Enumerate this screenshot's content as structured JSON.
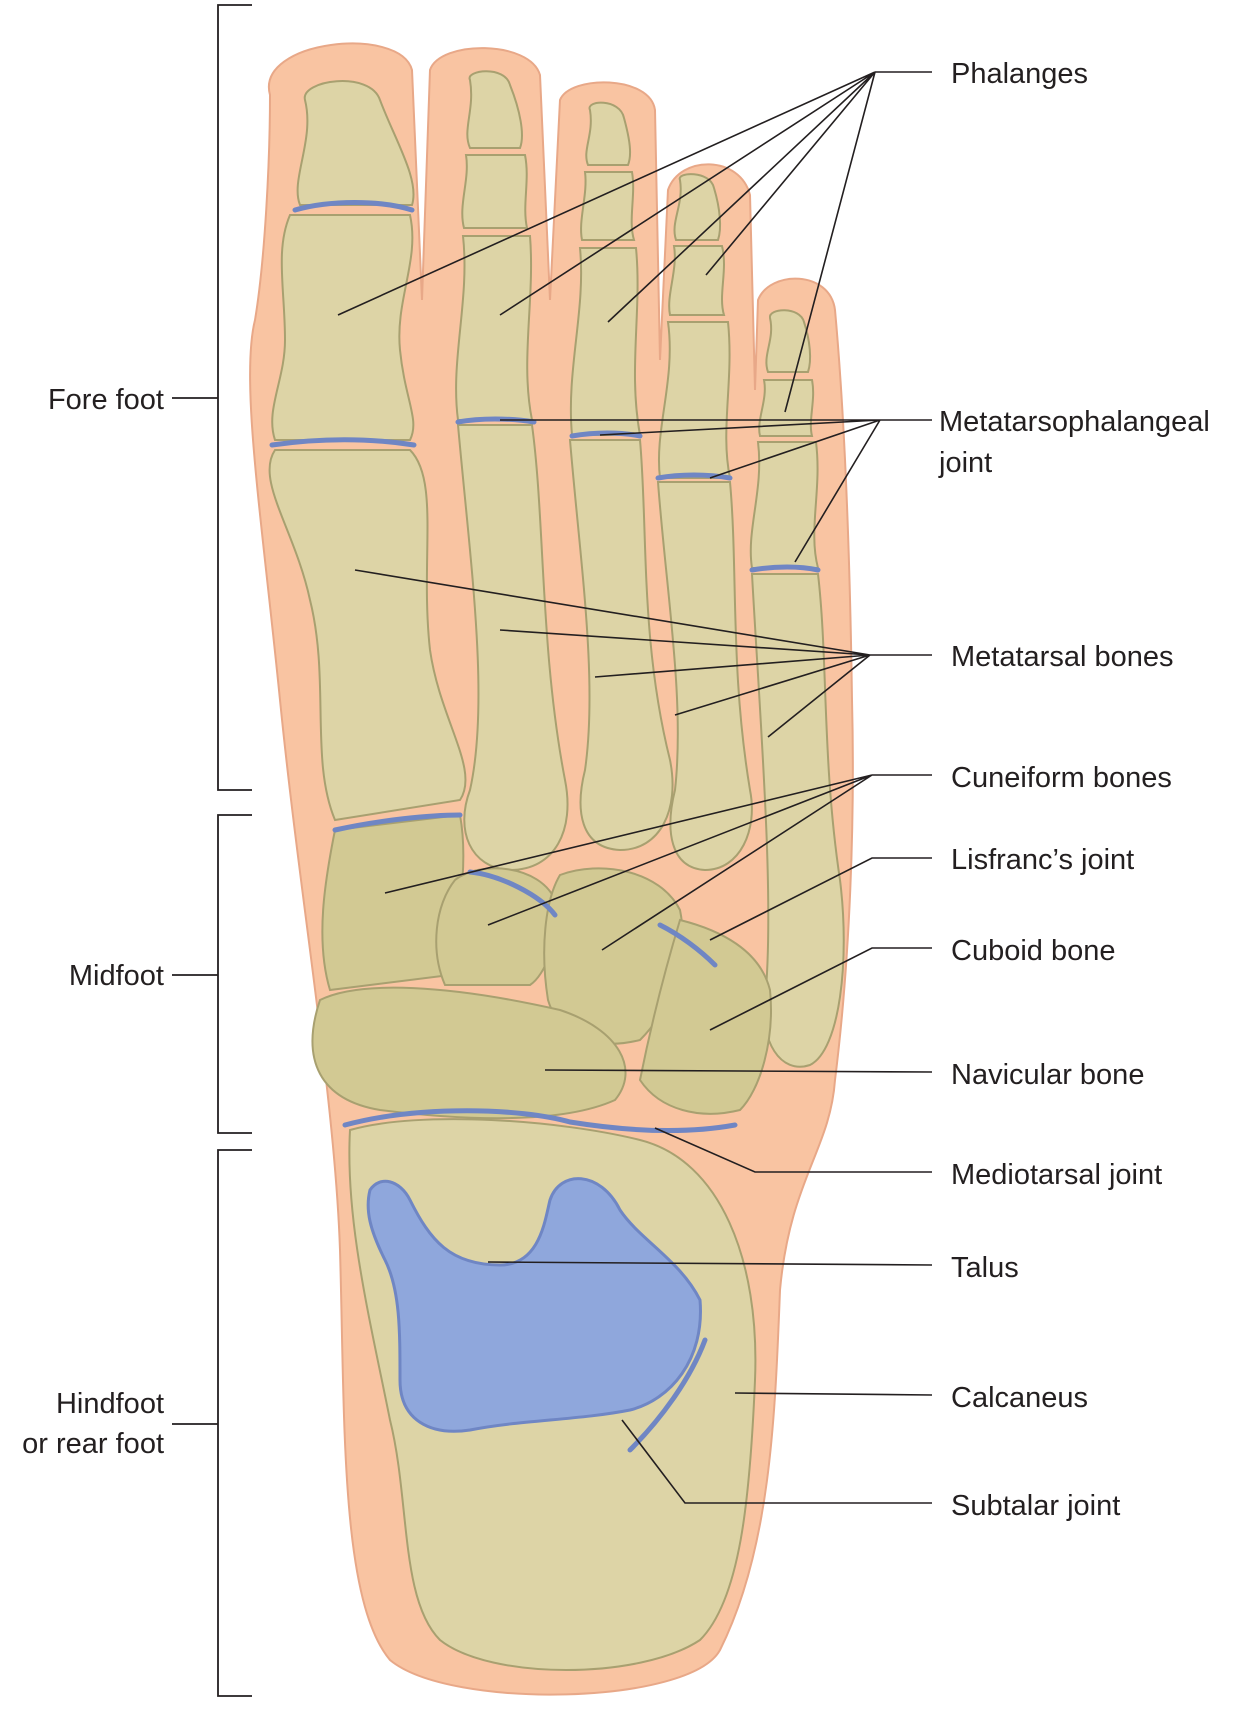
{
  "regions": {
    "fore_foot": "Fore foot",
    "midfoot": "Midfoot",
    "hindfoot_line1": "Hindfoot",
    "hindfoot_line2": "or rear foot"
  },
  "labels": {
    "phalanges": "Phalanges",
    "mtp_line1": "Metatarsophalangeal",
    "mtp_line2": "joint",
    "metatarsal": "Metatarsal bones",
    "cuneiform": "Cuneiform bones",
    "lisfranc": "Lisfranc’s joint",
    "cuboid": "Cuboid bone",
    "navicular": "Navicular bone",
    "mediotarsal": "Mediotarsal joint",
    "talus": "Talus",
    "calcaneus": "Calcaneus",
    "subtalar": "Subtalar joint"
  },
  "colors": {
    "skin": "#f9c4a2",
    "bone": "#ddd4a6",
    "joint": "#6f86c4",
    "talus": "#8fa7dc"
  }
}
